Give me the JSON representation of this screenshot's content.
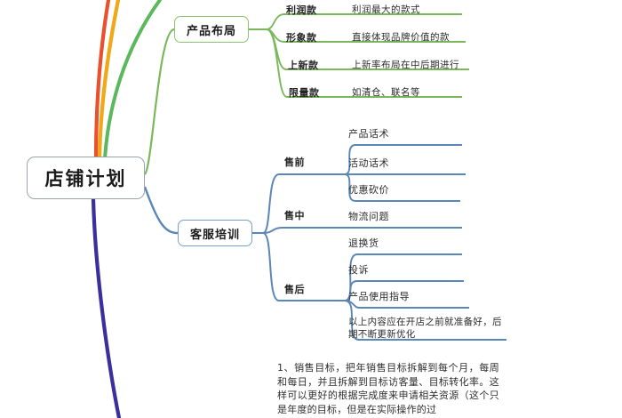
{
  "mindmap": {
    "root": {
      "label": "店铺计划"
    },
    "branches": [
      {
        "id": "product-layout",
        "label": "产品布局",
        "color": "#7ab85c",
        "children": [
          {
            "label": "利润款",
            "desc": "利润最大的款式"
          },
          {
            "label": "形象款",
            "desc": "直接体现品牌价值的款"
          },
          {
            "label": "上新款",
            "desc": "上新率布局在中后期进行"
          },
          {
            "label": "限量款",
            "desc": "如清仓、联名等"
          }
        ]
      },
      {
        "id": "service-training",
        "label": "客服培训",
        "color": "#5b86b8",
        "children": [
          {
            "label": "售前",
            "leaves": [
              "产品话术",
              "活动话术",
              "优惠砍价"
            ]
          },
          {
            "label": "售中",
            "leaves": [
              "物流问题"
            ]
          },
          {
            "label": "售后",
            "leaves": [
              "退换货",
              "投诉",
              "产品使用指导"
            ]
          }
        ],
        "note": "以上内容应在开店之前就准备好，后期不断更新优化"
      }
    ],
    "offscreen_branch_colors": {
      "red": "#e8502e",
      "orange": "#f0a818",
      "green": "#5cb85c",
      "purple": "#3b2f9e"
    },
    "bottom_paragraph": "1、销售目标，把年销售目标拆解到每个月，每周和每日，并且拆解到目标访客量、目标转化率。这样可以更好的根据完成度来申请相关资源（这个只是年度的目标，但是在实际操作的过"
  }
}
